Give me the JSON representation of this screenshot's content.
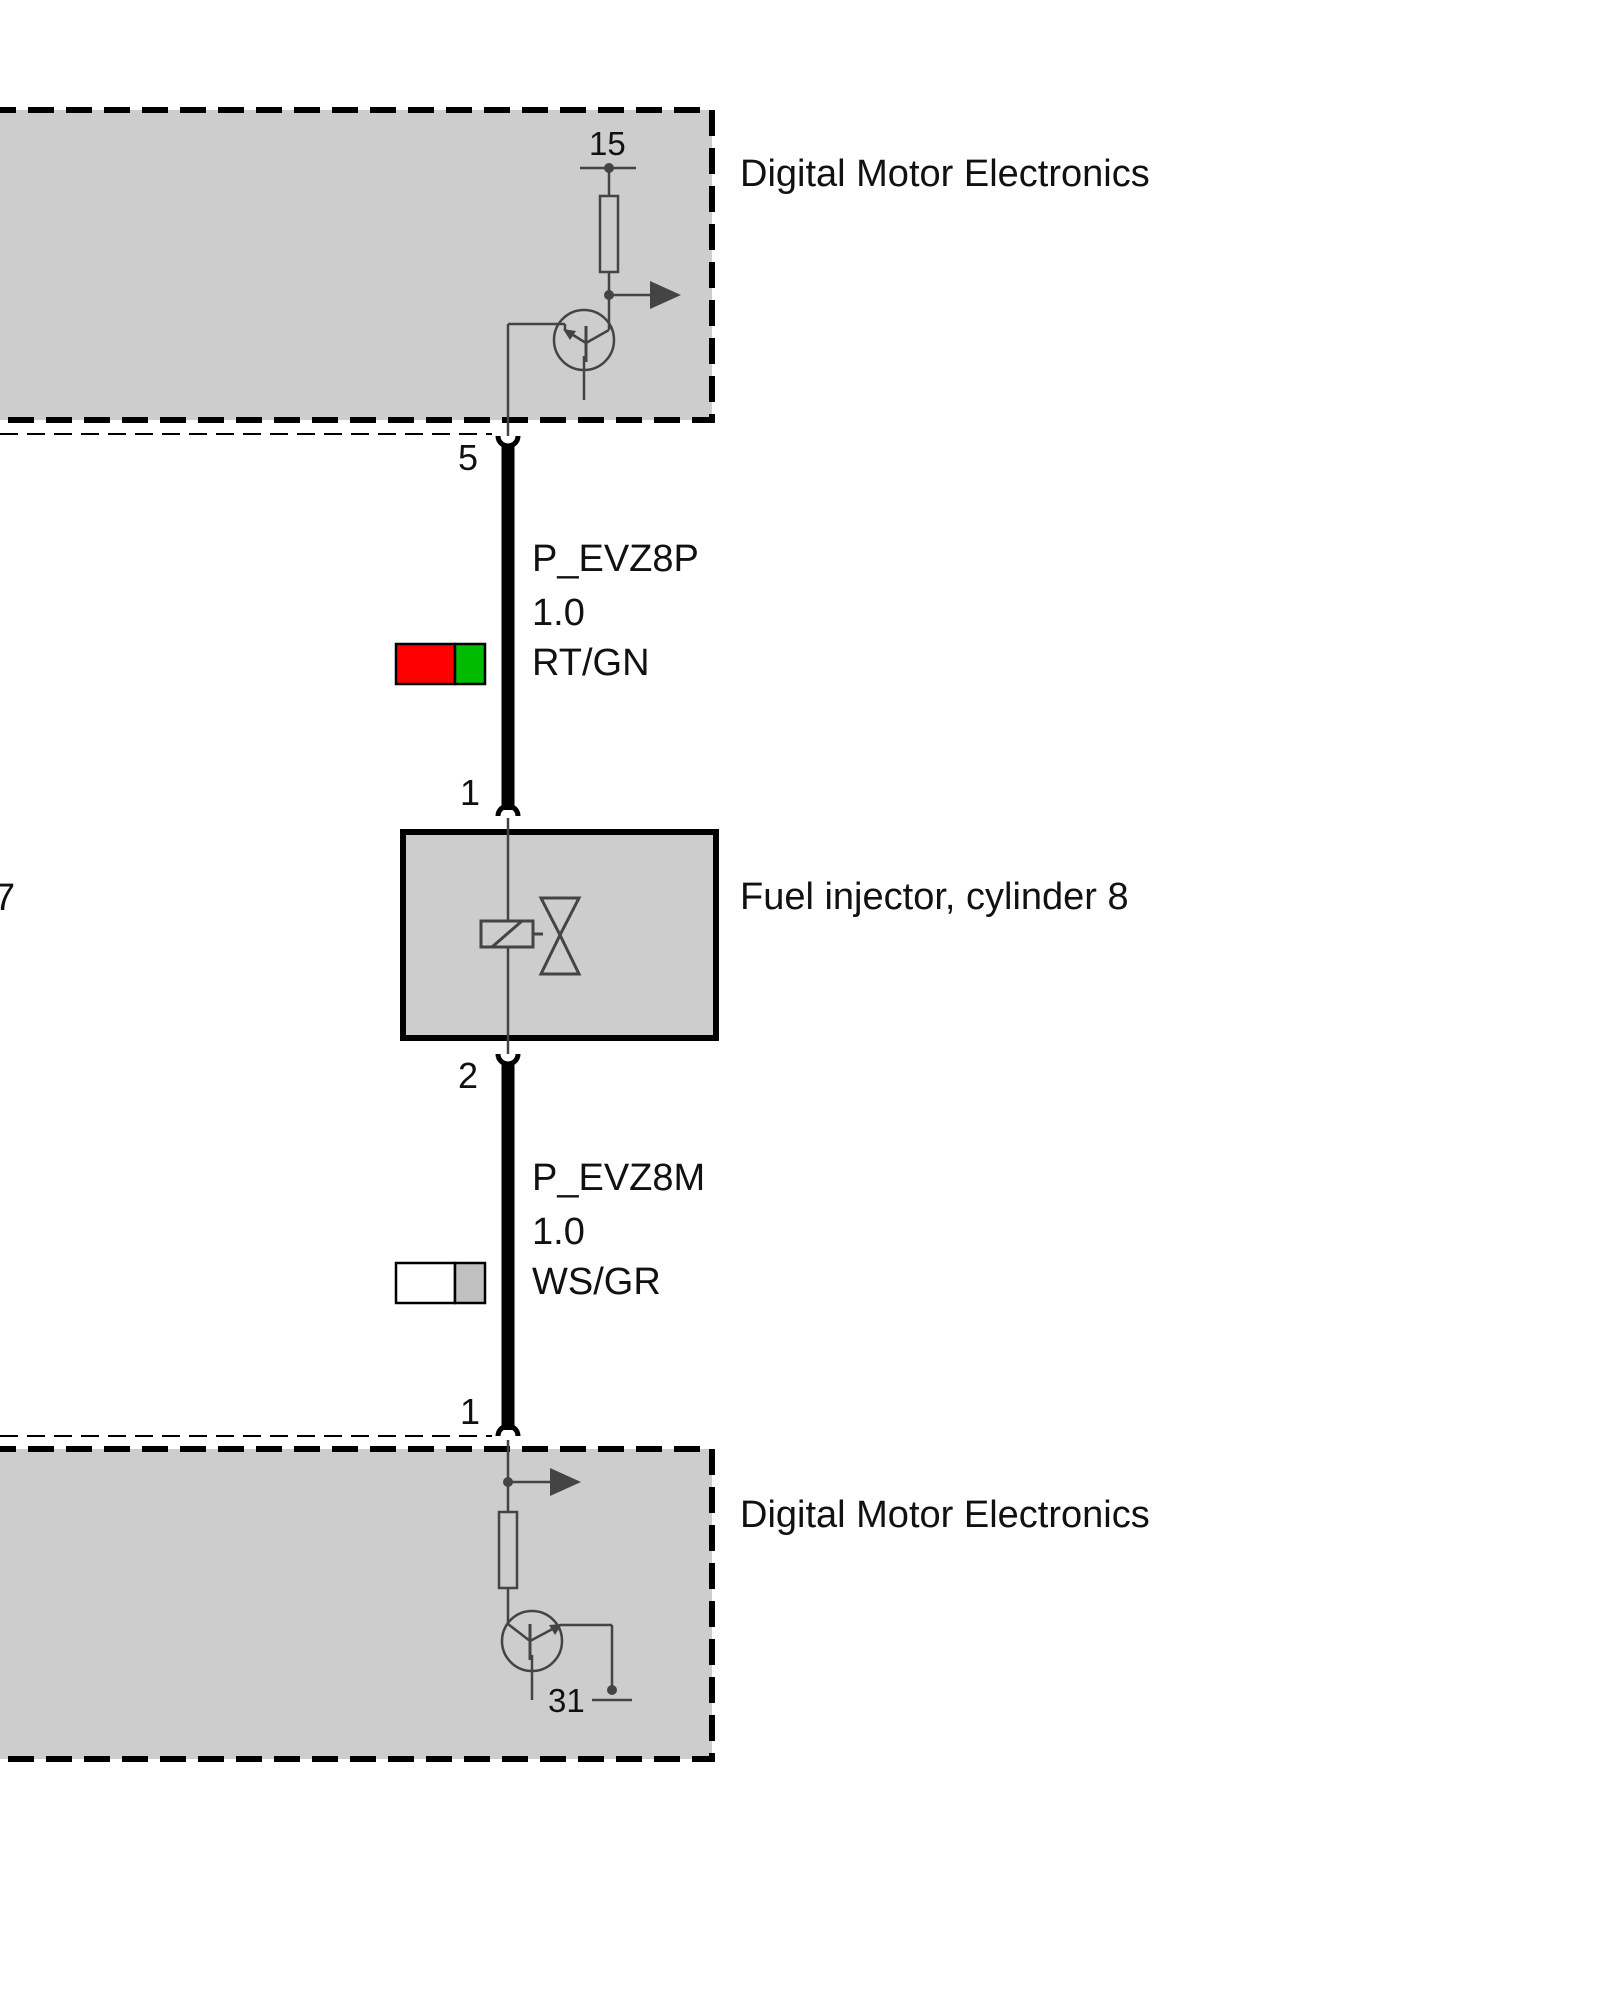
{
  "components": {
    "dme_top": {
      "label": "Digital Motor Electronics",
      "supply_terminal": "15",
      "pin": "5"
    },
    "injector": {
      "label": "Fuel injector, cylinder 8",
      "pin_top": "1",
      "pin_bottom": "2",
      "left_edge_text": "7"
    },
    "dme_bottom": {
      "label": "Digital Motor Electronics",
      "ground_terminal": "31",
      "pin": "1"
    }
  },
  "wires": [
    {
      "signal": "P_EVZ8P",
      "gauge": "1.0",
      "color_code": "RT/GN",
      "colors": [
        "#ff0000",
        "#00bb00"
      ]
    },
    {
      "signal": "P_EVZ8M",
      "gauge": "1.0",
      "color_code": "WS/GR",
      "colors": [
        "#ffffff",
        "#c0c0c0"
      ]
    }
  ],
  "style": {
    "module_fill": "#cdcdcd",
    "line_color": "#000000",
    "symbol_color": "#444444"
  }
}
